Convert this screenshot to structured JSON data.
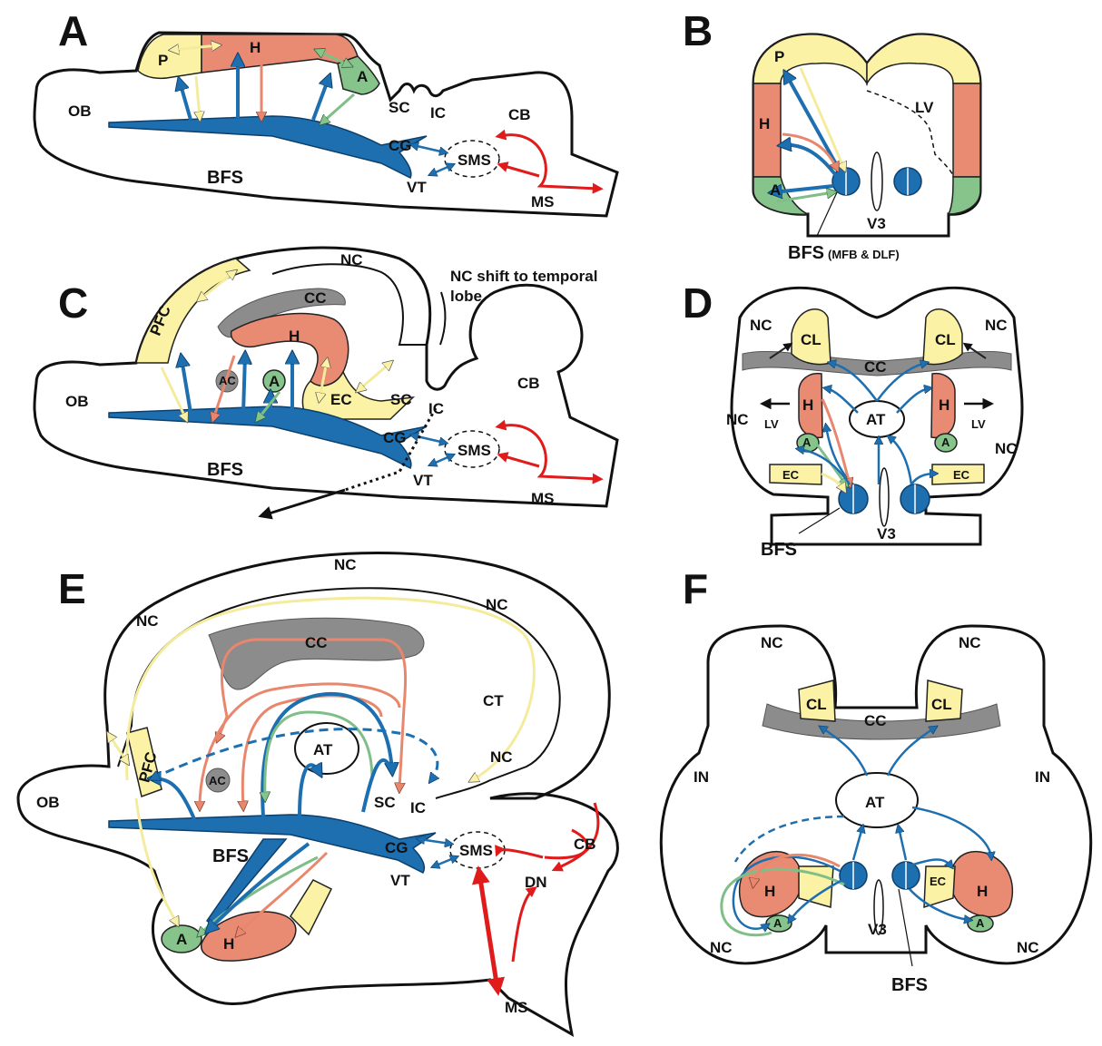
{
  "panels": {
    "A": {
      "letter": "A",
      "labels": {
        "ob": "OB",
        "p": "P",
        "h": "H",
        "a": "A",
        "sc": "SC",
        "ic": "IC",
        "cb": "CB",
        "cg": "CG",
        "sms": "SMS",
        "vt": "VT",
        "ms": "MS",
        "bfs": "BFS"
      }
    },
    "B": {
      "letter": "B",
      "labels": {
        "p": "P",
        "h": "H",
        "a": "A",
        "lv": "LV",
        "v3": "V3",
        "bfs": "BFS",
        "bfs_note": "(MFB & DLF)"
      }
    },
    "C": {
      "letter": "C",
      "labels": {
        "nc": "NC",
        "note": "NC shift to temporal",
        "note2": "lobe",
        "cc": "CC",
        "pfc": "PFC",
        "h": "H",
        "cb": "CB",
        "ob": "OB",
        "ac": "AC",
        "a": "A",
        "ec": "EC",
        "sc": "SC",
        "ic": "IC",
        "cg": "CG",
        "sms": "SMS",
        "bfs": "BFS",
        "vt": "VT",
        "ms": "MS"
      }
    },
    "D": {
      "letter": "D",
      "labels": {
        "nc_l": "NC",
        "nc_r": "NC",
        "cl_l": "CL",
        "cl_r": "CL",
        "cc": "CC",
        "h_l": "H",
        "h_r": "H",
        "at": "AT",
        "lv_l": "LV",
        "lv_r": "LV",
        "nc_l2": "NC",
        "nc_r2": "NC",
        "a_l": "A",
        "a_r": "A",
        "ec_l": "EC",
        "ec_r": "EC",
        "v3": "V3",
        "bfs": "BFS"
      }
    },
    "E": {
      "letter": "E",
      "labels": {
        "nc_top": "NC",
        "nc_left": "NC",
        "nc_right": "NC",
        "cc": "CC",
        "ct": "CT",
        "nc_right2": "NC",
        "pfc": "PFC",
        "at": "AT",
        "ac": "AC",
        "ob": "OB",
        "sc": "SC",
        "ic": "IC",
        "bfs": "BFS",
        "cg": "CG",
        "sms": "SMS",
        "vt": "VT",
        "cb": "CB",
        "dn": "DN",
        "a": "A",
        "h": "H",
        "ms": "MS"
      }
    },
    "F": {
      "letter": "F",
      "labels": {
        "nc_l": "NC",
        "nc_r": "NC",
        "cl_l": "CL",
        "cl_r": "CL",
        "cc": "CC",
        "in_l": "IN",
        "in_r": "IN",
        "at": "AT",
        "h_l": "H",
        "h_r": "H",
        "ec": "EC",
        "a_l": "A",
        "a_r": "A",
        "nc_l2": "NC",
        "nc_r2": "NC",
        "v3": "V3",
        "bfs": "BFS"
      }
    }
  }
}
